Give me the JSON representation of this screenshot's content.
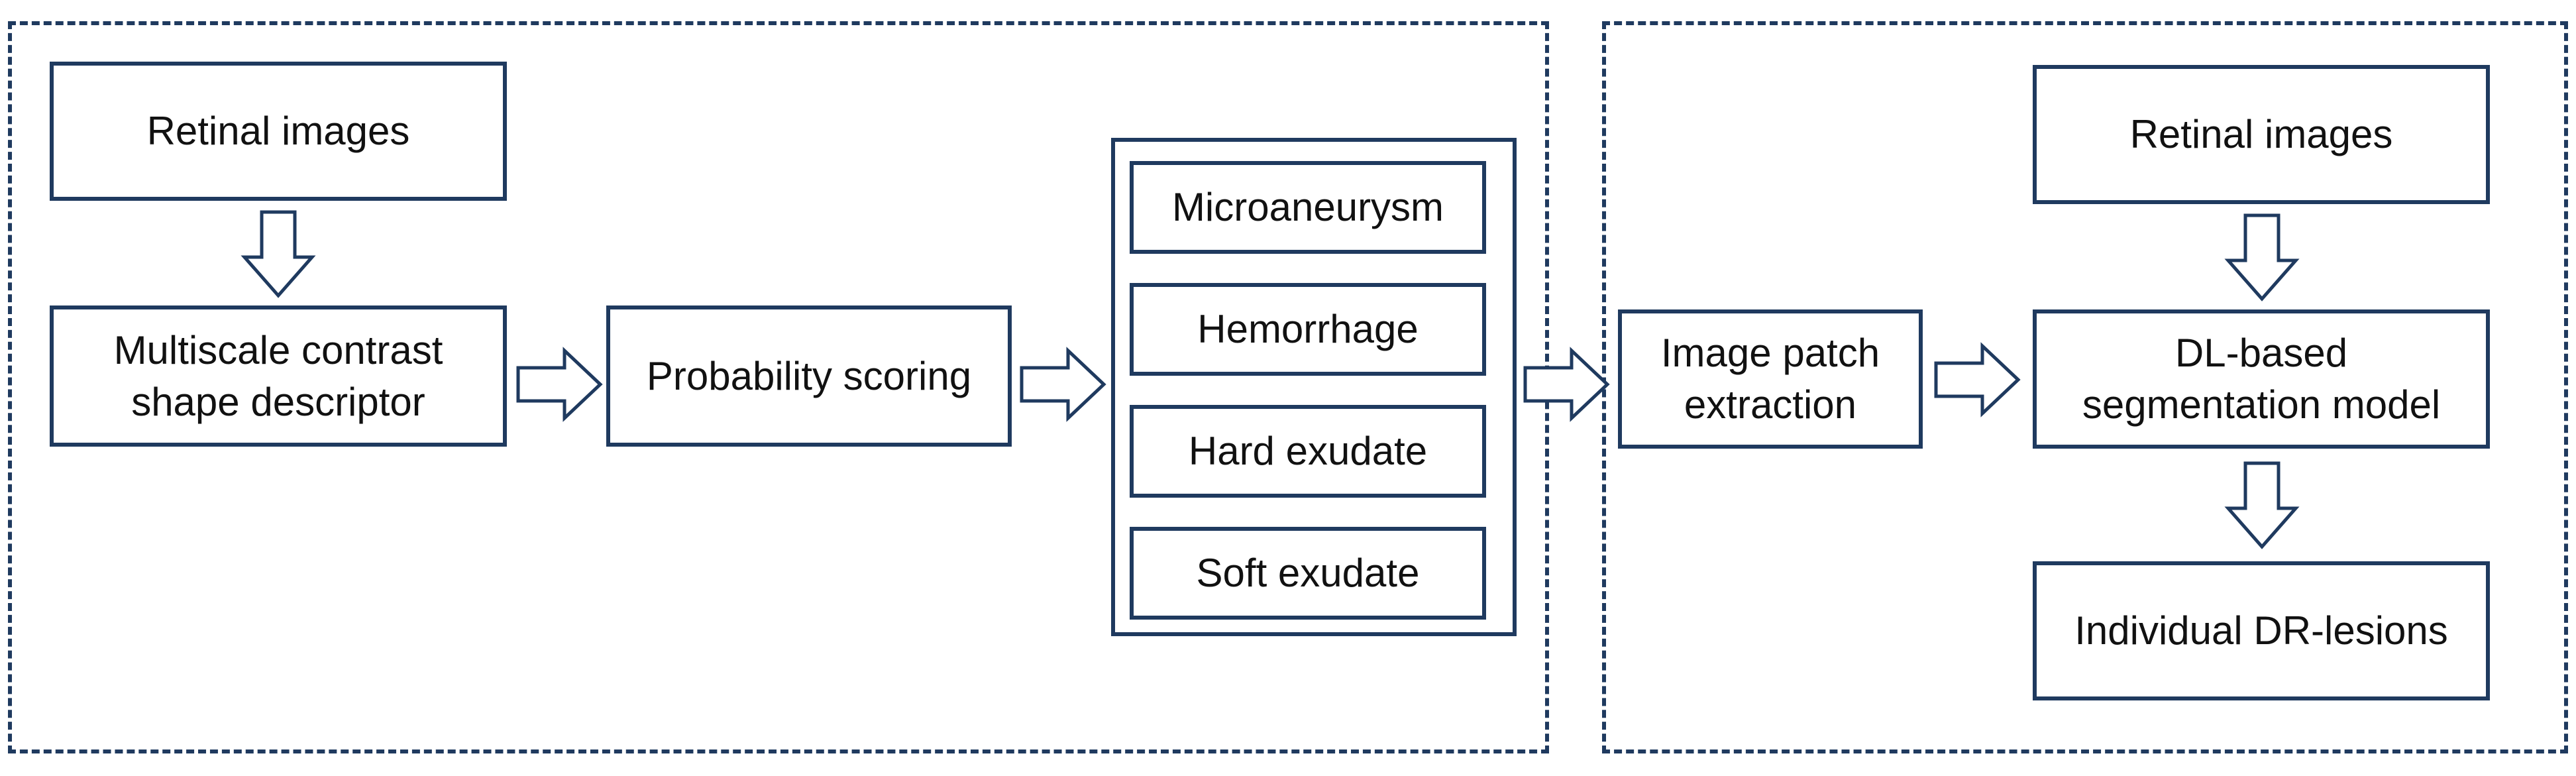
{
  "left_pipeline": {
    "retinal_images": "Retinal images",
    "descriptor": [
      "Multiscale contrast",
      "shape descriptor"
    ],
    "probability_scoring": "Probability scoring",
    "lesions": [
      "Microaneurysm",
      "Hemorrhage",
      "Hard exudate",
      "Soft exudate"
    ]
  },
  "right_pipeline": {
    "patch_extraction": [
      "Image patch",
      "extraction"
    ],
    "retinal_images": "Retinal images",
    "segmentation_model": [
      "DL-based",
      "segmentation model"
    ],
    "output": "Individual DR-lesions"
  },
  "colors": {
    "stroke": "#1f3a5f",
    "fill": "#ffffff",
    "text": "#111111"
  },
  "icons": {
    "flow_arrow": "hollow-block-arrow"
  }
}
